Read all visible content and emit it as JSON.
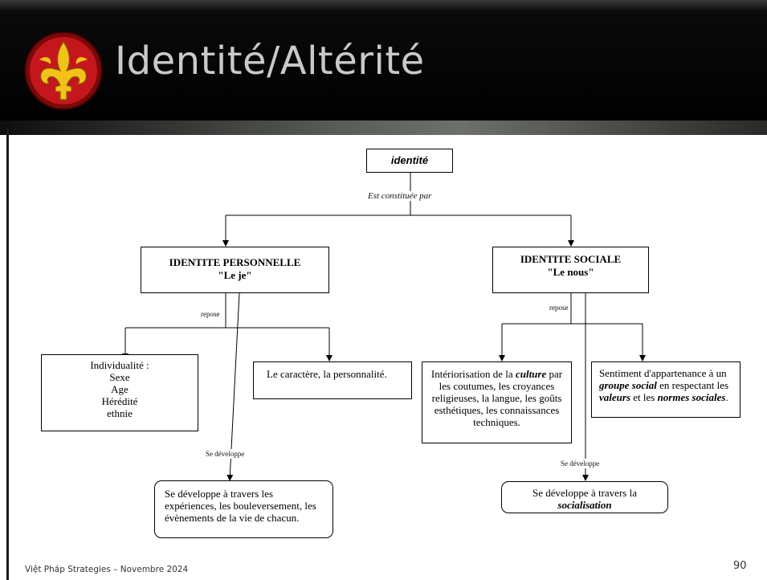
{
  "slide": {
    "title": "Identité/Altérité",
    "footer": "Việt Pháp Strategies – Novembre 2024",
    "page_number": "90",
    "logo_icon": "fleur-de-lis-dragon-emblem"
  },
  "diagram": {
    "root": "identité",
    "root_link": "Est constituée par",
    "personnelle": {
      "title": "IDENTITE PERSONNELLE",
      "subtitle": "\"Le je\"",
      "repose": "repose",
      "left_box": [
        "Individualité :",
        "Sexe",
        "Age",
        "Hérédité",
        "ethnie"
      ],
      "right_box": "Le caractère, la personnalité.",
      "se_developpe": "Se développe",
      "dev_box": "Se développe à travers les expériences, les bouleversement, les évènements de la vie de chacun."
    },
    "sociale": {
      "title": "IDENTITE SOCIALE",
      "subtitle": "\"Le nous\"",
      "repose": "repose",
      "left_box": {
        "p1": "Intériorisation de la ",
        "culture": "culture",
        "p2": " par les coutumes, les croyances religieuses, la langue, les goûts esthétiques, les connaissances techniques."
      },
      "right_box": {
        "p1": "Sentiment d'appartenance à un ",
        "groupe": "groupe social",
        "p2": " en respectant les ",
        "valeurs": "valeurs",
        "p3": " et les ",
        "normes": "normes sociales",
        "p4": "."
      },
      "se_developpe": "Se développe",
      "dev_box": {
        "p1": "Se développe à travers la",
        "socialisation": "socialisation"
      }
    }
  }
}
